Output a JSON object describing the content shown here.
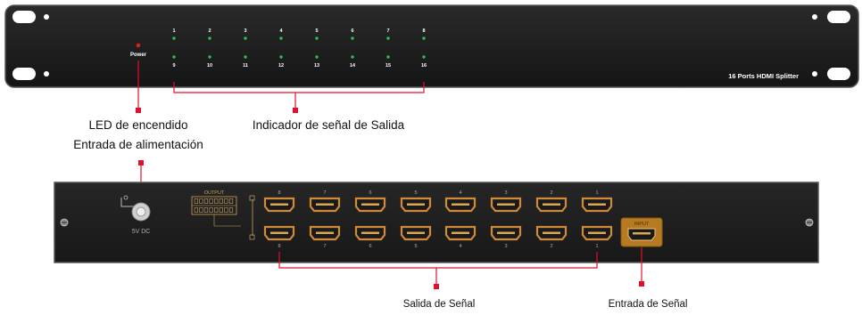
{
  "front_panel": {
    "power_label": "Power",
    "model_label": "16 Ports HDMI Splitter",
    "top_row_numbers": [
      "1",
      "2",
      "3",
      "4",
      "5",
      "6",
      "7",
      "8"
    ],
    "bottom_row_numbers": [
      "9",
      "10",
      "11",
      "12",
      "13",
      "14",
      "15",
      "16"
    ]
  },
  "annotations": {
    "led_power": "LED de encendido",
    "output_indicator": "Indicador de señal de Salida",
    "power_input": "Entrada de alimentación",
    "signal_output": "Salida de Señal",
    "signal_input": "Entrada de Señal"
  },
  "rear_panel": {
    "dc_label": "5V DC",
    "output_block_label": "OUTPUT",
    "input_label": "INPUT",
    "top_port_numbers": [
      "8",
      "7",
      "6",
      "5",
      "4",
      "3",
      "2",
      "1"
    ],
    "bottom_port_numbers": [
      "8",
      "7",
      "6",
      "5",
      "4",
      "3",
      "2",
      "1"
    ]
  },
  "colors": {
    "chassis": "#1e1e1e",
    "chassis_edge": "#444444",
    "led_green": "#2fbf4a",
    "led_red": "#e02020",
    "callout_red": "#e0102a",
    "port_gold": "#d08a3a",
    "input_gold": "#b57a22"
  }
}
